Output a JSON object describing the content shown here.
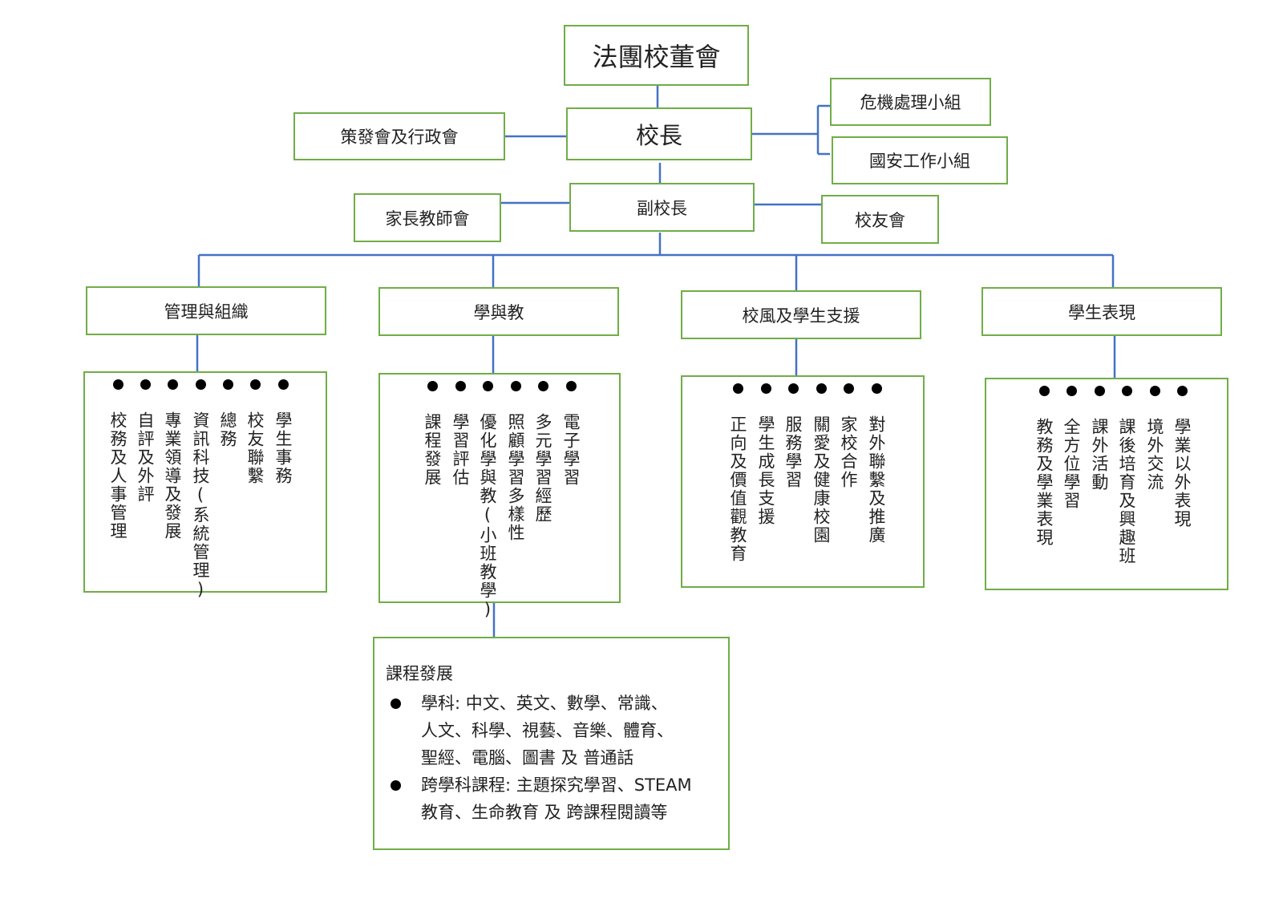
{
  "top": {
    "board": "法團校董會",
    "principal": "校長",
    "vice_principal": "副校長",
    "committee": "策發會及行政會",
    "crisis_team": "危機處理小組",
    "security_team": "國安工作小組",
    "pta": "家長教師會",
    "alumni": "校友會"
  },
  "departments": [
    {
      "name": "管理與組織",
      "items": [
        "學生事務",
        "校友聯繫",
        "總務",
        "資訊科技(系統管理)",
        "專業領導及發展",
        "自評及外評",
        "校務及人事管理"
      ]
    },
    {
      "name": "學與教",
      "items": [
        "電子學習",
        "多元學習經歷",
        "照顧學習多樣性",
        "優化學與教(小班教學)",
        "學習評估",
        "課程發展"
      ]
    },
    {
      "name": "校風及學生支援",
      "items": [
        "對外聯繫及推廣",
        "家校合作",
        "關愛及健康校園",
        "服務學習",
        "學生成長支援",
        "正向及價值觀教育"
      ]
    },
    {
      "name": "學生表現",
      "items": [
        "學業以外表現",
        "境外交流",
        "課後培育及興趣班",
        "課外活動",
        "全方位學習",
        "教務及學業表現"
      ]
    }
  ],
  "curriculum": {
    "title": "課程發展",
    "bullets": [
      {
        "lines": [
          "學科:  中文、英文、數學、常識、",
          "人文、科學、視藝、音樂、體育、",
          "聖經、電腦、圖書  及  普通話"
        ]
      },
      {
        "lines": [
          "跨學科課程:  主題探究學習、STEAM",
          "教育、生命教育  及  跨課程閱讀等"
        ]
      }
    ]
  },
  "colors": {
    "box_border": "#70ad47",
    "connector": "#4472c4",
    "text": "#222222"
  }
}
